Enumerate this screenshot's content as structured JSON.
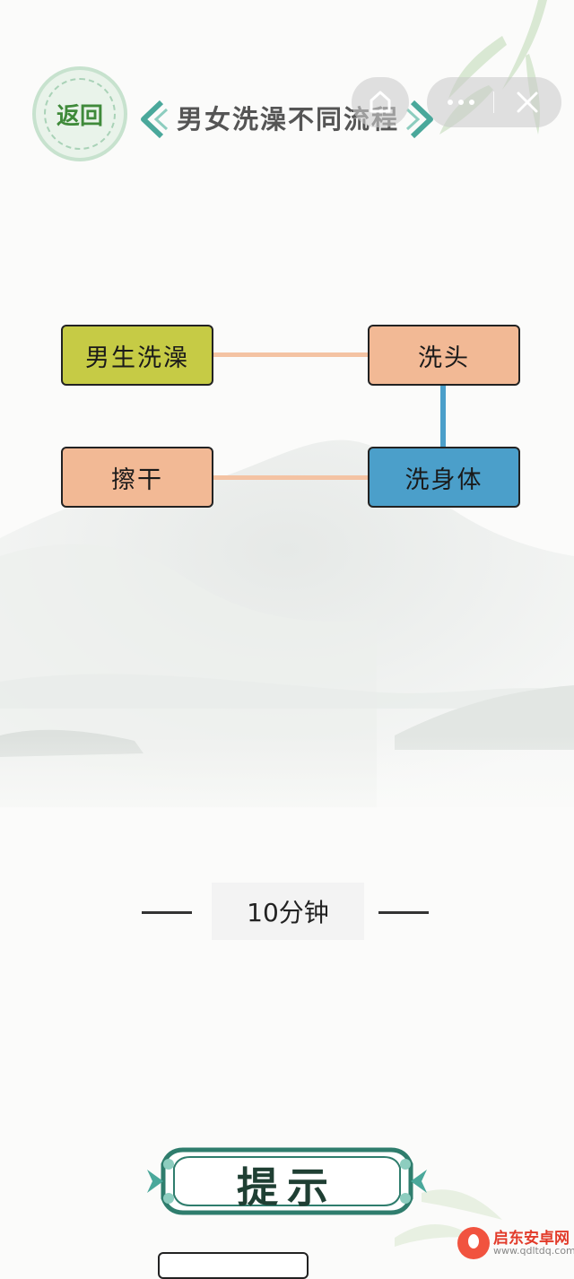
{
  "header": {
    "back_label": "返回",
    "title": "男女洗澡不同流程"
  },
  "capsule": {
    "more_icon": "more-dots-icon",
    "close_icon": "close-icon",
    "home_icon": "home-icon"
  },
  "flow": {
    "nodes": [
      {
        "label": "男生洗澡",
        "color": "#c6cb45"
      },
      {
        "label": "洗头",
        "color": "#f2b995"
      },
      {
        "label": "擦干",
        "color": "#f2b995"
      },
      {
        "label": "洗身体",
        "color": "#4b9fca"
      }
    ],
    "connector_colors": {
      "orange": "#f4c3a3",
      "blue": "#4b9fca"
    }
  },
  "timer": {
    "text": "10分钟"
  },
  "hint": {
    "label": "提示"
  },
  "watermark": {
    "title": "启东安卓网",
    "url": "www.qdltdq.com"
  }
}
